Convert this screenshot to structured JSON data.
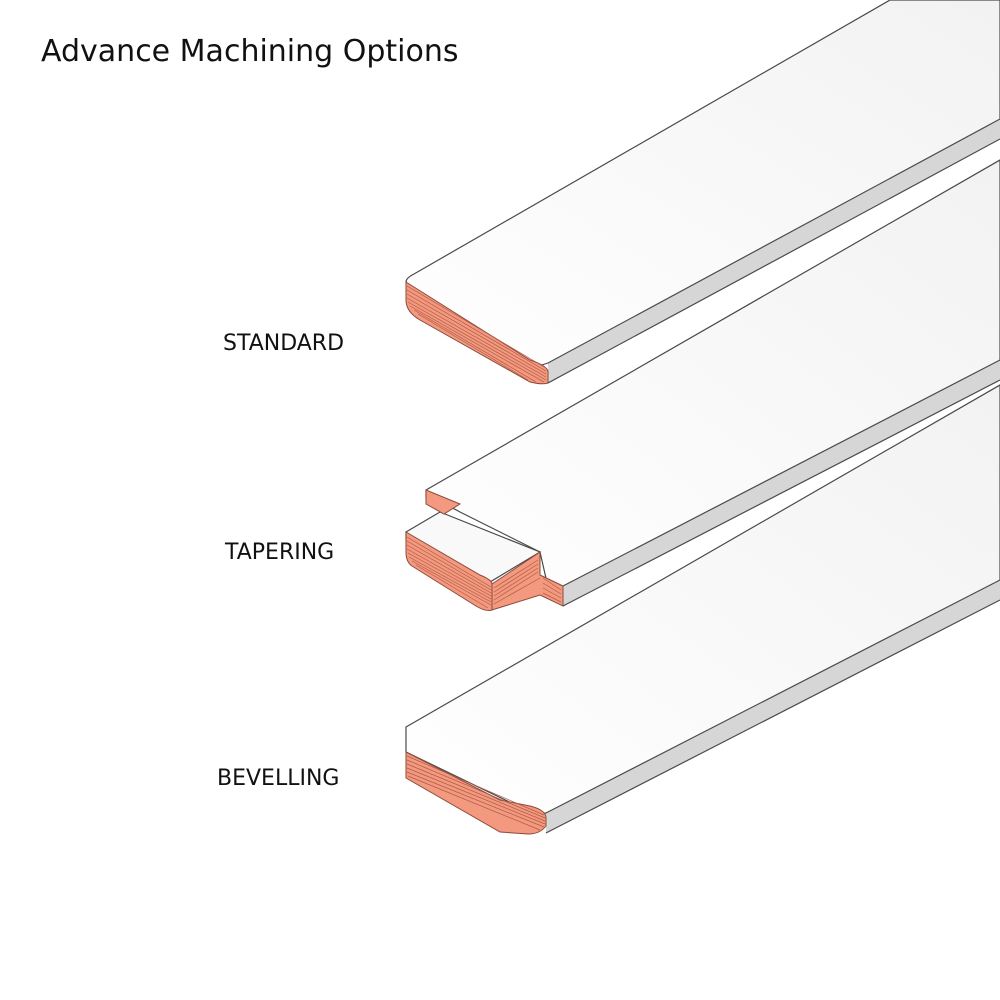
{
  "title": "Advance Machining Options",
  "options": [
    {
      "label": "STANDARD",
      "icon": "standard-bar-icon"
    },
    {
      "label": "TAPERING",
      "icon": "tapered-bar-icon"
    },
    {
      "label": "BEVELLING",
      "icon": "bevelled-bar-icon"
    }
  ],
  "colors": {
    "bar_top": "#f9f9f9",
    "bar_side": "#d5d5d5",
    "copper": "#f3997f",
    "copper_line": "#b05a44",
    "outline": "#4a4a4a"
  }
}
